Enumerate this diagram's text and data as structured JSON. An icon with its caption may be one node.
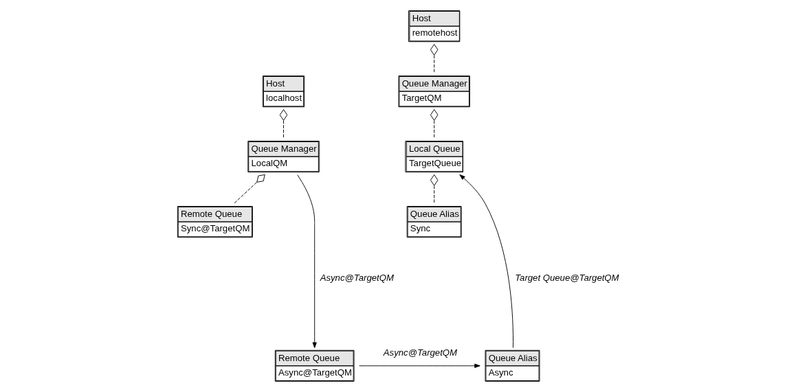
{
  "diagram": {
    "nodes": [
      {
        "text": [
          "Host",
          "localhost"
        ]
      },
      {
        "text": [
          "Queue Manager",
          "LocalQM"
        ]
      },
      {
        "text": [
          "Remote Queue",
          "Sync@TargetQM"
        ]
      },
      {
        "text": [
          "Remote Queue",
          "Async@TargetQM"
        ]
      },
      {
        "text": [
          "Host",
          "remotehost"
        ]
      },
      {
        "text": [
          "Queue Manager",
          "TargetQM"
        ]
      },
      {
        "text": [
          "Local Queue",
          "TargetQueue"
        ]
      },
      {
        "text": [
          "Queue Alias",
          "Sync"
        ]
      },
      {
        "text": [
          "Queue Alias",
          "Async"
        ]
      }
    ],
    "edges": [
      {
        "from": 0,
        "to": 1,
        "arrow": "other",
        "style": "dashed"
      },
      {
        "from": 1,
        "to": 2,
        "arrow": "other",
        "style": "dashed"
      },
      {
        "from": 1,
        "to": 3,
        "arrow": "to",
        "label": "Async@TargetQM"
      },
      {
        "from": 3,
        "to": 8,
        "arrow": "to",
        "label": "Async@TargetQM"
      },
      {
        "from": 4,
        "to": 5,
        "arrow": "other",
        "style": "dashed"
      },
      {
        "from": 5,
        "to": 6,
        "arrow": "other",
        "style": "dashed"
      },
      {
        "from": 6,
        "to": 7,
        "arrow": "other",
        "style": "dashed"
      },
      {
        "from": 8,
        "to": 6,
        "arrow": "to",
        "label": "Target Queue@TargetQM"
      }
    ]
  }
}
